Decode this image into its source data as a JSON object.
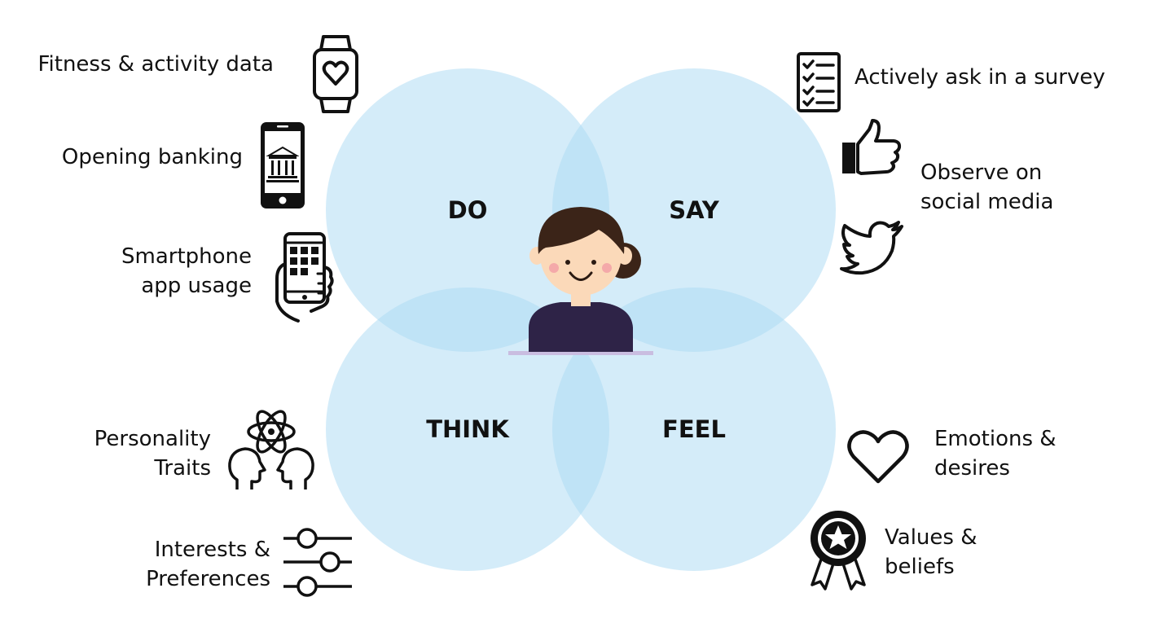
{
  "quadrants": {
    "do": "DO",
    "say": "SAY",
    "think": "THINK",
    "feel": "FEEL"
  },
  "sources": {
    "fitness": "Fitness & activity data",
    "banking": "Opening banking",
    "smartphone": [
      "Smartphone",
      "app usage"
    ],
    "survey": "Actively ask in a survey",
    "social": [
      "Observe on",
      "social media"
    ],
    "personality": [
      "Personality",
      "Traits"
    ],
    "interests": [
      "Interests &",
      "Preferences"
    ],
    "emotions": [
      "Emotions &",
      "desires"
    ],
    "values": [
      "Values &",
      "beliefs"
    ]
  },
  "icons": {
    "fitness": "smartwatch-heart-icon",
    "banking": "phone-bank-icon",
    "smartphone": "hand-holding-phone-icon",
    "survey": "checklist-icon",
    "like": "thumbs-up-icon",
    "twitter": "bird-icon",
    "personality": "atom-heads-icon",
    "interests": "sliders-icon",
    "emotions": "heart-outline-icon",
    "values": "award-ribbon-icon"
  },
  "colors": {
    "circle": "#a9daf3",
    "ink": "#111111",
    "hair": "#3b2418",
    "skin": "#fbd9b9",
    "cheek": "#f4a9a9",
    "shirt": "#2e2347",
    "floor": "#c9bde0"
  }
}
